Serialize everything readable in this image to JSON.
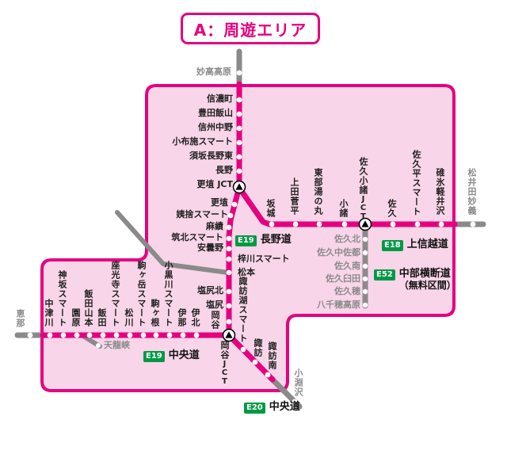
{
  "title": "A：周遊エリア",
  "colors": {
    "route_magenta": "#e4007f",
    "area_fill": "#f8d5e8",
    "outside_gray": "#8a8a8a",
    "road_badge_green": "#009944",
    "label_black": "#1f1f1f"
  },
  "roads": {
    "nagano_do": {
      "code": "E19",
      "name": "長野道"
    },
    "joshinetsu_do": {
      "code": "E18",
      "name": "上信越道"
    },
    "chubu_odan_do": {
      "code": "E52",
      "name": "中部横断道",
      "note": "（無料区間）"
    },
    "chuo_do_west": {
      "code": "E19",
      "name": "中央道"
    },
    "chuo_do_east": {
      "code": "E20",
      "name": "中央道"
    }
  },
  "stations": {
    "myoko_kogen": "妙高高原",
    "shinanomachi": "信濃町",
    "toyota_iiyama": "豊田飯山",
    "shinshu_nakano": "信州中野",
    "obuse_smart": "小布施スマート",
    "suzaka_nagano_higashi": "須坂長野東",
    "nagano": "長野",
    "koshoku_jct": "更埴 JCT",
    "koshoku": "更埴",
    "obasute_smart": "姨捨スマート",
    "omi": "麻績",
    "chikuhoku_smart": "筑北スマート",
    "azumino": "安曇野",
    "azusagawa_smart": "梓川スマート",
    "matsumoto": "松本",
    "shiojiri_kita": "塩尻北",
    "shiojiri": "塩尻",
    "okaya": "岡谷",
    "okaya_jct_name": "岡谷",
    "okaya_jct_suffix": "JCT",
    "sakaki": "坂城",
    "ueda_sugadaira": "上田菅平",
    "tobu_yunomaru": "東部湯の丸",
    "komoro": "小諸",
    "saku_komoro_jct_name": "佐久小諸",
    "saku_komoro_jct_suffix": "JCT",
    "saku": "佐久",
    "sakudaira_smart": "佐久平スマート",
    "usui_karuizawa": "碓氷軽井沢",
    "matsuida_myogi": "松井田妙義",
    "saku_kita": "佐久北",
    "saku_nakasato": "佐久中佐都",
    "saku_minami": "佐久南",
    "saku_usuda": "佐久臼田",
    "sakuho": "佐久穂",
    "yachiho_kogen": "八千穂高原",
    "ena": "恵那",
    "nakatsugawa": "中津川",
    "misaka_smart": "神坂スマート",
    "sonohara": "園原",
    "iida_yamamoto": "飯田山本",
    "iida": "飯田",
    "zakoji_smart": "座光寺スマート",
    "matsukawa": "松川",
    "komagatake_smart": "駒ヶ岳スマート",
    "komagane": "駒ヶ根",
    "okurogawa_smart": "小黒川スマート",
    "ina": "伊那",
    "ihoku": "伊北",
    "tenryukyo": "天龍峡",
    "suwako_smart": "諏訪湖スマート",
    "suwa": "諏訪",
    "suwa_minami": "諏訪南",
    "kobuchizawa": "小淵沢"
  }
}
